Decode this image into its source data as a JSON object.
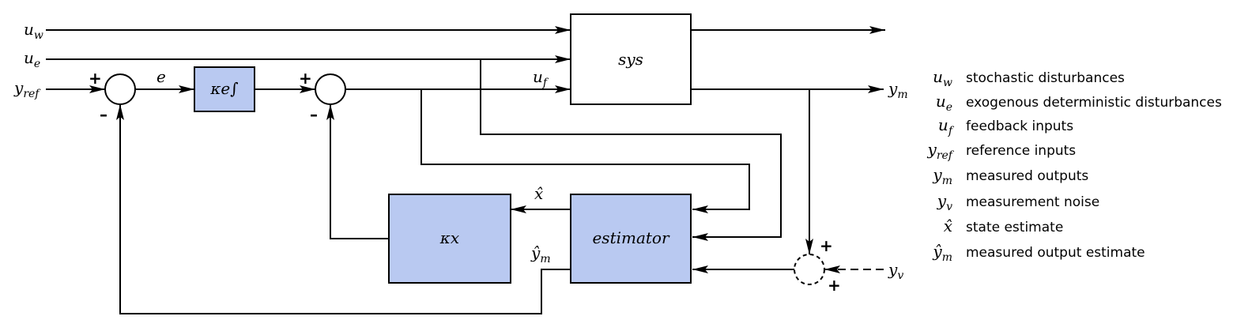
{
  "diagram": {
    "blocks": {
      "sys": "sys",
      "estimator": "estimator",
      "integrator_gain": "κe∫",
      "state_gain": "κx"
    },
    "signals": {
      "u_w": {
        "base": "u",
        "sub": "w"
      },
      "u_e": {
        "base": "u",
        "sub": "e"
      },
      "u_f": {
        "base": "u",
        "sub": "f"
      },
      "y_ref": {
        "base": "y",
        "sub": "ref"
      },
      "y_m": {
        "base": "y",
        "sub": "m"
      },
      "y_v": {
        "base": "y",
        "sub": "v"
      },
      "e": "e",
      "x_hat": "x̂",
      "y_m_hat": {
        "base": "ŷ",
        "sub": "m"
      }
    },
    "signs": {
      "plus": "+",
      "minus": "–"
    },
    "box_color": "#b9c9f1"
  },
  "legend": [
    {
      "base": "u",
      "sub": "w",
      "desc": "stochastic disturbances"
    },
    {
      "base": "u",
      "sub": "e",
      "desc": "exogenous deterministic disturbances"
    },
    {
      "base": "u",
      "sub": "f",
      "desc": "feedback inputs"
    },
    {
      "base": "y",
      "sub": "ref",
      "desc": "reference inputs"
    },
    {
      "base": "y",
      "sub": "m",
      "desc": "measured outputs"
    },
    {
      "base": "y",
      "sub": "v",
      "desc": "measurement noise"
    },
    {
      "base": "x̂",
      "sub": "",
      "desc": "state estimate"
    },
    {
      "base": "ŷ",
      "sub": "m",
      "desc": "measured output estimate"
    }
  ]
}
